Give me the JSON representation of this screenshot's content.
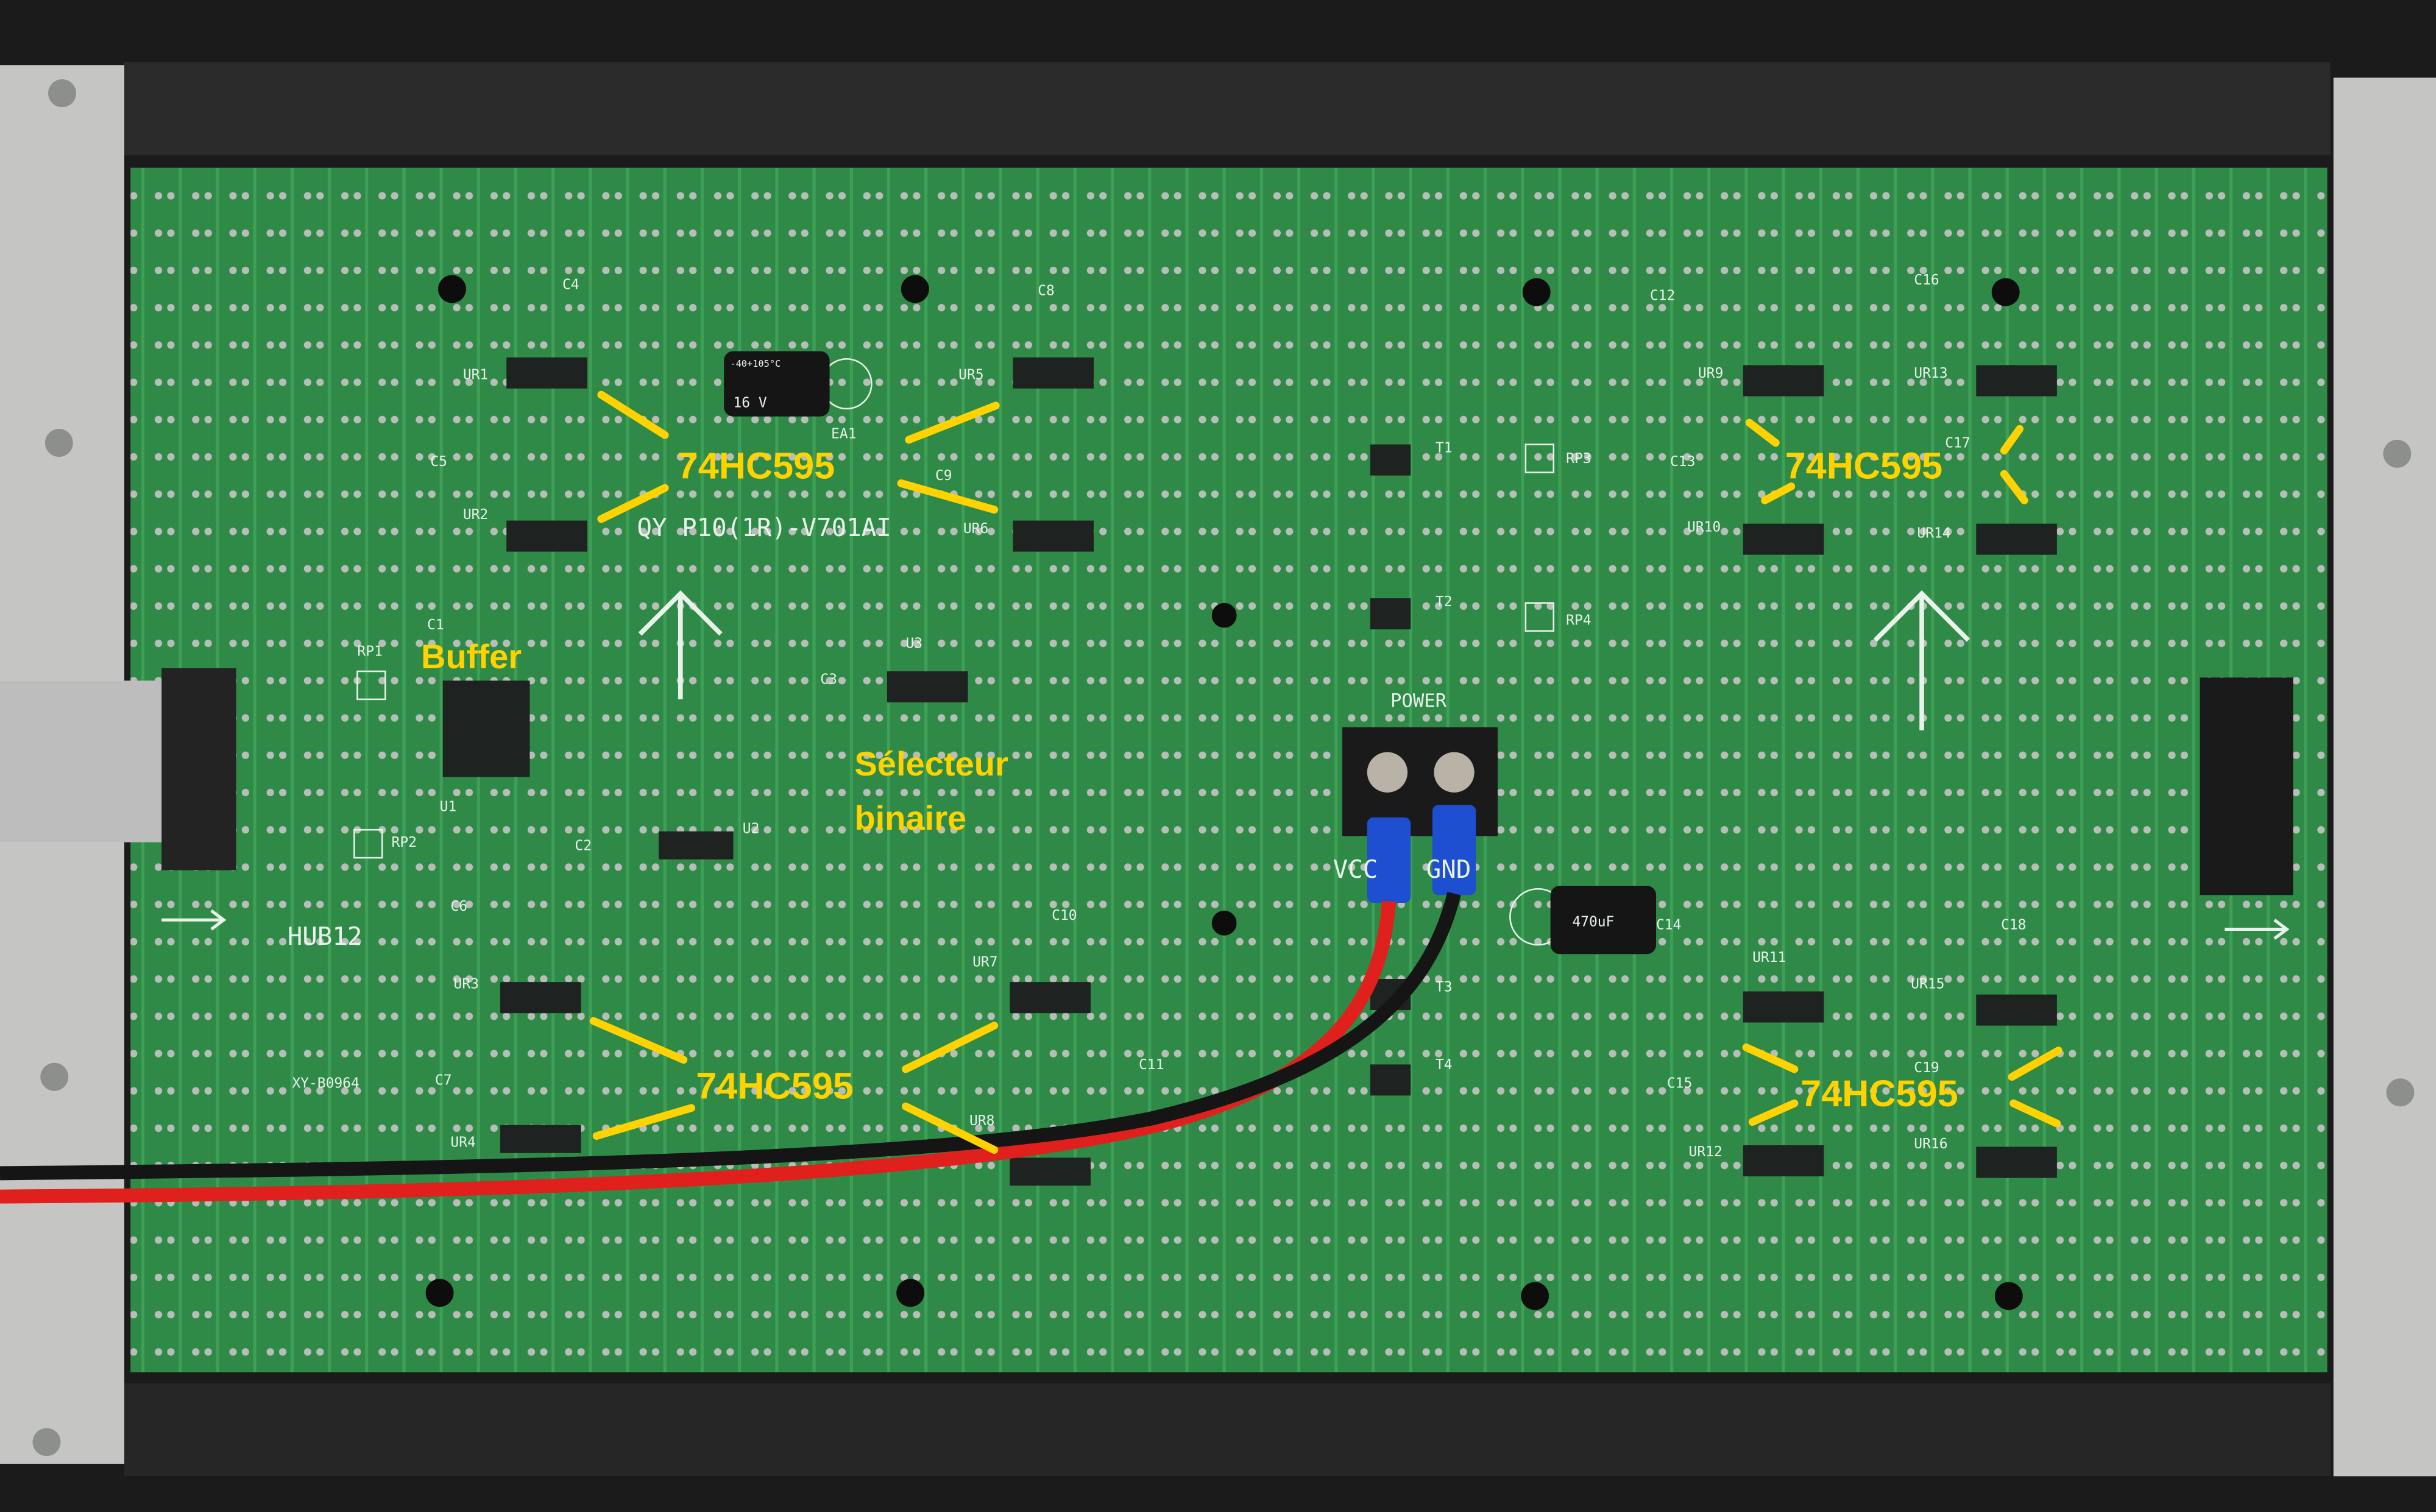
{
  "annotations": {
    "shift_register_1": "74HC595",
    "shift_register_2": "74HC595",
    "shift_register_3": "74HC595",
    "shift_register_4": "74HC595",
    "buffer": "Buffer",
    "selector_line1": "Sélecteur",
    "selector_line2": "binaire",
    "color": "#ffd200"
  },
  "silkscreen": {
    "model": "QY P10(1R)-V701AI",
    "hub": "HUB12",
    "board_code": "XY-B0964",
    "power": "POWER",
    "vcc": "VCC",
    "gnd": "GND",
    "capacitor_top": "16 V",
    "capacitor_top_temp": "-40+105°C",
    "capacitor_bottom": "470uF",
    "ea1": "EA1",
    "chips": [
      "UR1",
      "UR2",
      "UR3",
      "UR4",
      "UR5",
      "UR6",
      "UR7",
      "UR8",
      "UR9",
      "UR10",
      "UR11",
      "UR12",
      "UR13",
      "UR14",
      "UR15",
      "UR16"
    ],
    "ics": [
      "U1",
      "U2",
      "U3"
    ],
    "transistors": [
      "T1",
      "T2",
      "T3",
      "T4"
    ],
    "resistor_packs": [
      "RP1",
      "RP2",
      "RP3",
      "RP4"
    ],
    "caps": [
      "C1",
      "C2",
      "C3",
      "C4",
      "C5",
      "C6",
      "C7",
      "C8",
      "C9",
      "C10",
      "C11",
      "C12",
      "C13",
      "C14",
      "C15",
      "C16",
      "C17",
      "C18",
      "C19"
    ]
  },
  "colors": {
    "pcb": "#2f8a47",
    "wire_red": "#e0201c",
    "wire_black": "#151515",
    "terminal_blue": "#1d4fd0"
  }
}
